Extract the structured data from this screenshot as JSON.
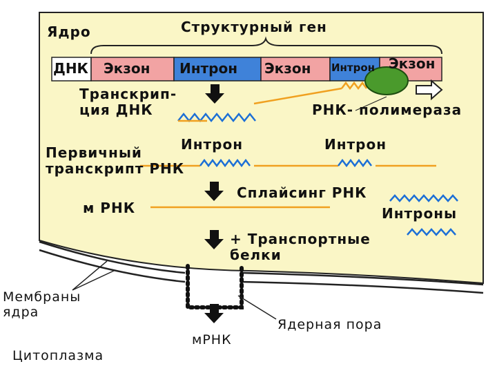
{
  "labels": {
    "nucleus": "Ядро",
    "structural_gene": "Структурный ген",
    "transcription": "Транскрип-\nция ДНК",
    "rna_polymerase": "РНК- полимераза",
    "primary_transcript": "Первичный\nтранскрипт РНК",
    "intron_left": "Интрон",
    "intron_right": "Интрон",
    "splicing": "Сплайсинг РНК",
    "mrna_inside": "м РНК",
    "introns": "Интроны",
    "transport_proteins": "+ Транспортные\nбелки",
    "nuclear_membranes": "Мембраны\nядра",
    "nuclear_pore": "Ядерная пора",
    "mrna_out": "мРНК",
    "cytoplasm": "Цитоплазма"
  },
  "gene_segments": [
    {
      "label": "ДНК",
      "color": "#ffffff"
    },
    {
      "label": "Экзон",
      "color": "#f2a3a3"
    },
    {
      "label": "Интрон",
      "color": "#3f82d9"
    },
    {
      "label": "Экзон",
      "color": "#f2a3a3"
    },
    {
      "label": "Интрон",
      "color": "#3f82d9"
    },
    {
      "label": "Экзон",
      "color": "#f2a3a3"
    }
  ],
  "colors": {
    "nucleus_fill": "#faf6c6",
    "exon": "#f2a3a3",
    "intron": "#3f82d9",
    "rna_exon_line": "#f0a020",
    "rna_intron_wave": "#1c6fd6",
    "polymerase": "#4a9a2c"
  }
}
